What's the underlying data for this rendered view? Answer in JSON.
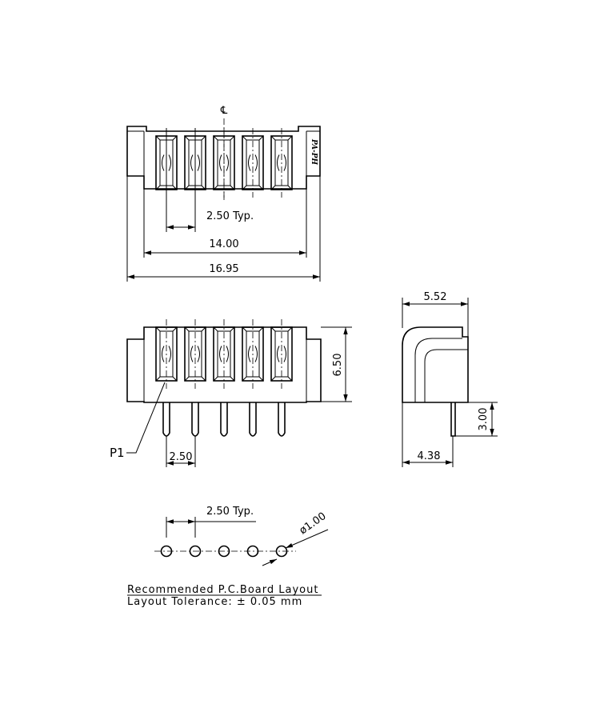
{
  "top_view": {
    "centerline_symbol": "℄",
    "part_marking": "PA-PH",
    "dim_pitch": "2.50 Typ.",
    "dim_pitch_span": "14.00",
    "dim_overall_width": "16.95"
  },
  "front_view": {
    "pin1_label": "P1",
    "dim_height": "6.50",
    "dim_pitch": "2.50"
  },
  "side_view": {
    "dim_depth": "5.52",
    "dim_pin_offset": "4.38",
    "dim_pin_length": "3.00"
  },
  "pcb_layout": {
    "dim_pitch": "2.50 Typ.",
    "dim_hole": "ø1.00",
    "title": "Recommended P.C.Board Layout",
    "tolerance_note": "Layout Tolerance: ± 0.05 mm"
  }
}
